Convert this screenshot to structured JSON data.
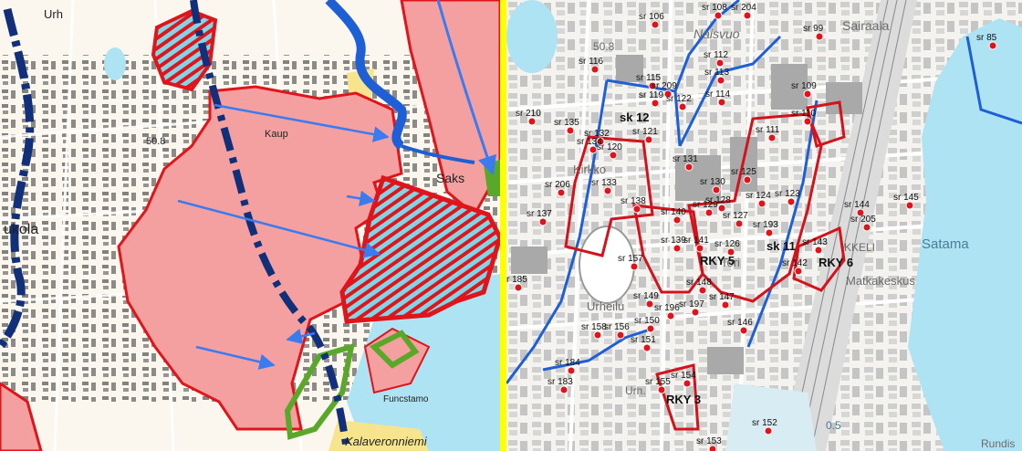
{
  "colors": {
    "zone_fill": "#f4a0a0",
    "zone_stroke": "#e0141a",
    "hatch": "#7fd6e6",
    "route_dark": "#12307a",
    "route_blue": "#1f5fd6",
    "arrow": "#3a7cf0",
    "green": "#5aa82a",
    "water": "#aee3f3",
    "divider": "#ffff00",
    "point": "#e0141a",
    "rky_stroke": "#d4121b",
    "boundary_blue": "#1f5fd6"
  },
  "left_map": {
    "place_labels": [
      {
        "id": "uh",
        "text": "Urh"
      },
      {
        "id": "saks",
        "text": "Saks"
      },
      {
        "id": "ukola",
        "text": "ukola"
      },
      {
        "id": "kalaveronniemi",
        "text": "Kalaveronniemi"
      },
      {
        "id": "kaup",
        "text": "Kaup"
      },
      {
        "id": "elev508",
        "text": "50.8"
      },
      {
        "id": "funct",
        "text": "Funcstamo"
      }
    ]
  },
  "right_map": {
    "place_labels": [
      {
        "id": "naisvuori",
        "text": "Naisvuo"
      },
      {
        "id": "sairaala",
        "text": "Sairaala"
      },
      {
        "id": "kirkko",
        "text": "Kirkko"
      },
      {
        "id": "urheilu",
        "text": "Urheilu"
      },
      {
        "id": "satama",
        "text": "Satama"
      },
      {
        "id": "matkakeskus",
        "text": "Matkakeskus"
      },
      {
        "id": "tori",
        "text": "Tori"
      },
      {
        "id": "urh",
        "text": "Urh."
      },
      {
        "id": "elev508",
        "text": "50.8"
      },
      {
        "id": "elev05",
        "text": "0.5"
      },
      {
        "id": "kkeli",
        "text": "KKELI"
      },
      {
        "id": "rundis",
        "text": "Rundis"
      }
    ],
    "area_labels": [
      {
        "id": "sk12",
        "text": "sk 12"
      },
      {
        "id": "sk11",
        "text": "sk 11"
      },
      {
        "id": "rky5",
        "text": "RKY 5"
      },
      {
        "id": "rky6",
        "text": "RKY 6"
      },
      {
        "id": "rky3",
        "text": "RKY 3"
      }
    ],
    "sites": [
      "sr 106",
      "sr 108",
      "sr 204",
      "sr 99",
      "sr 85",
      "sr 116",
      "sr 115",
      "sr 112",
      "sr 113",
      "sr 209",
      "sr 119",
      "sr 122",
      "sr 114",
      "sr 109",
      "sr 210",
      "sr 135",
      "sr 110",
      "sr 132",
      "sr 121",
      "sr 111",
      "sr 134",
      "sr 120",
      "sr 131",
      "sr 125",
      "sr 206",
      "sr 133",
      "sr 130",
      "sr 138",
      "sr 128",
      "sr 124",
      "sr 123",
      "sr 144",
      "sr 145",
      "sr 137",
      "sr 140",
      "sr 129",
      "sr 127",
      "sr 193",
      "sr 205",
      "sr 139",
      "sr 141",
      "sr 126",
      "sr 143",
      "sr 157",
      "sr 142",
      "sr 185",
      "sr 148",
      "sr 149",
      "sr 147",
      "sr 197",
      "sr 196",
      "sr 150",
      "sr 146",
      "sr 158",
      "sr 156",
      "sr 151",
      "sr 184",
      "sr 154",
      "sr 183",
      "sr 155",
      "sr 152",
      "sr 153"
    ]
  }
}
